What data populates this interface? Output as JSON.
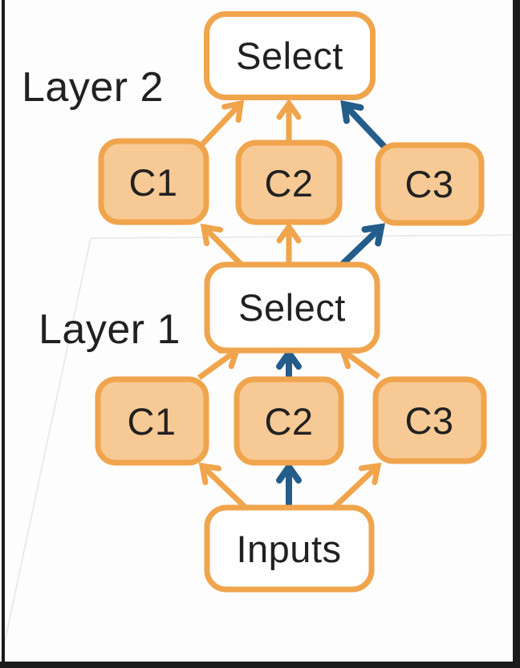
{
  "diagram": {
    "title_hint": "layered candidate selection diagram",
    "layer2": {
      "label": "Layer 2",
      "select": "Select",
      "candidates": [
        "C1",
        "C2",
        "C3"
      ]
    },
    "layer1": {
      "label": "Layer 1",
      "select": "Select",
      "candidates": [
        "C1",
        "C2",
        "C3"
      ]
    },
    "inputs": {
      "label": "Inputs"
    },
    "edges": [
      {
        "from": "layer2.c1",
        "to": "layer2.select",
        "color": "orange"
      },
      {
        "from": "layer2.c2",
        "to": "layer2.select",
        "color": "orange"
      },
      {
        "from": "layer2.c3",
        "to": "layer2.select",
        "color": "blue"
      },
      {
        "from": "layer1.select",
        "to": "layer2.c1",
        "color": "orange"
      },
      {
        "from": "layer1.select",
        "to": "layer2.c2",
        "color": "orange"
      },
      {
        "from": "layer1.select",
        "to": "layer2.c3",
        "color": "blue"
      },
      {
        "from": "layer1.c1",
        "to": "layer1.select",
        "color": "orange"
      },
      {
        "from": "layer1.c2",
        "to": "layer1.select",
        "color": "blue"
      },
      {
        "from": "layer1.c3",
        "to": "layer1.select",
        "color": "orange"
      },
      {
        "from": "inputs",
        "to": "layer1.c1",
        "color": "orange"
      },
      {
        "from": "inputs",
        "to": "layer1.c2",
        "color": "blue"
      },
      {
        "from": "inputs",
        "to": "layer1.c3",
        "color": "orange"
      }
    ],
    "colors": {
      "arrow_orange": "#F0A44C",
      "arrow_blue": "#245C8A",
      "box_border": "#F0A44C",
      "candidate_fill": "#F7C994",
      "select_fill": "#FEFEFE",
      "text": "#212121",
      "background_line": "#EBEBEB",
      "frame": "#1B1B1B"
    }
  }
}
